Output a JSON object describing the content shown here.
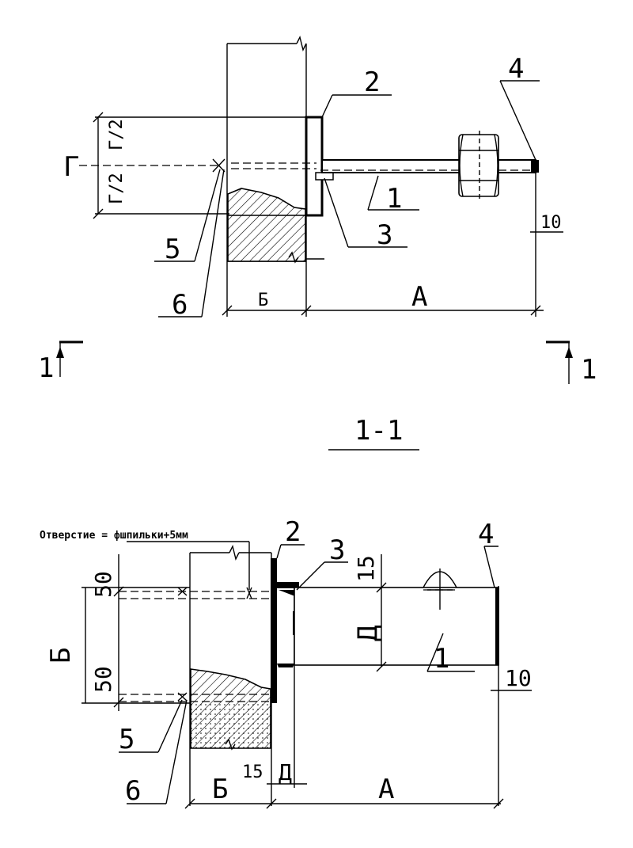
{
  "top_view": {
    "labels": {
      "g": "Г",
      "g_half_top": "Г/2",
      "g_half_bottom": "Г/2",
      "b": "Б",
      "a": "А",
      "ten": "10",
      "p1": "1",
      "p2": "2",
      "p3": "3",
      "p4": "4",
      "p5": "5",
      "p6": "6"
    }
  },
  "section_marks": {
    "left": "1",
    "right": "1"
  },
  "section_title": "1-1",
  "section_view": {
    "note": "Отверстие = фшпильки+5мм",
    "labels": {
      "b_vertical": "Б",
      "fifty_top": "50",
      "fifty_bottom": "50",
      "fifteen_top": "15",
      "d_vertical": "Д",
      "fifteen_bottom": "15",
      "d_bottom": "Д",
      "b_bottom": "Б",
      "a_bottom": "А",
      "ten": "10",
      "p1": "1",
      "p2": "2",
      "p3": "3",
      "p4": "4",
      "p5": "5",
      "p6": "6"
    }
  }
}
